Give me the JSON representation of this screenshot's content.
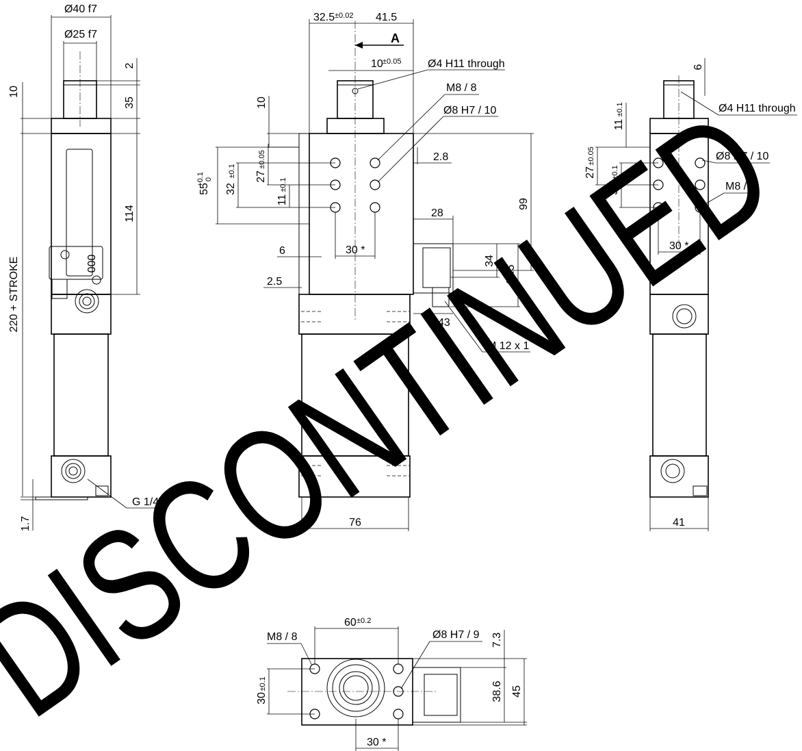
{
  "watermark": "DISCONTINUED",
  "view_marker": "A",
  "left_view": {
    "dia_40": "Ø40 f7",
    "dia_25": "Ø25 f7",
    "dim_2": "2",
    "dim_10": "10",
    "dim_35": "35",
    "dim_114": "114",
    "dim_stroke": "220 + STROKE",
    "port": "G 1/4\"",
    "dim_1_7": "1.7",
    "switch_text": "000"
  },
  "front_view": {
    "dim_32_5": "32.5",
    "dim_32_5_tol": "±0.02",
    "dim_41_5": "41.5",
    "dim_10_tol_value": "10",
    "dim_10_tol": "±0.05",
    "hole_through": "Ø4 H11 through",
    "thread": "M8 / 8",
    "pin_hole": "Ø8 H7 / 10",
    "dim_10": "10",
    "dim_55": "55",
    "dim_55_tol_upper": "+0.1",
    "dim_55_tol_lower": "0",
    "dim_32": "32",
    "dim_32_tol": "±0.1",
    "dim_27": "27",
    "dim_27_tol": "±0.05",
    "dim_11": "11",
    "dim_11_tol": "±0.1",
    "dim_2_8": "2.8",
    "dim_99": "99",
    "dim_28": "28",
    "dim_6": "6",
    "dim_30": "30 *",
    "dim_34": "34",
    "dim_48_5": "48.5",
    "dim_2_5": "2.5",
    "dim_43": "43",
    "connector": "M 12 x 1",
    "dim_76": "76"
  },
  "right_view": {
    "dim_6": "6",
    "hole_through": "Ø4 H11 through",
    "dim_11": "11",
    "dim_11_tol": "±0.1",
    "dim_27": "27",
    "dim_27_tol": "±0.05",
    "pin_hole": "Ø8 H7 / 10",
    "dim_32": "32",
    "dim_32_tol": "±0.1",
    "thread": "M8 / 8",
    "dim_30": "30 *",
    "dim_41": "41"
  },
  "bottom_view": {
    "dim_60": "60",
    "dim_60_tol": "±0.2",
    "thread": "M8 / 8",
    "pin_hole": "Ø8 H7 / 9",
    "dim_7_3": "7.3",
    "dim_30": "30",
    "dim_30_tol": "±0.1",
    "dim_38_6": "38.6",
    "dim_45": "45",
    "dim_30_star": "30 *"
  }
}
